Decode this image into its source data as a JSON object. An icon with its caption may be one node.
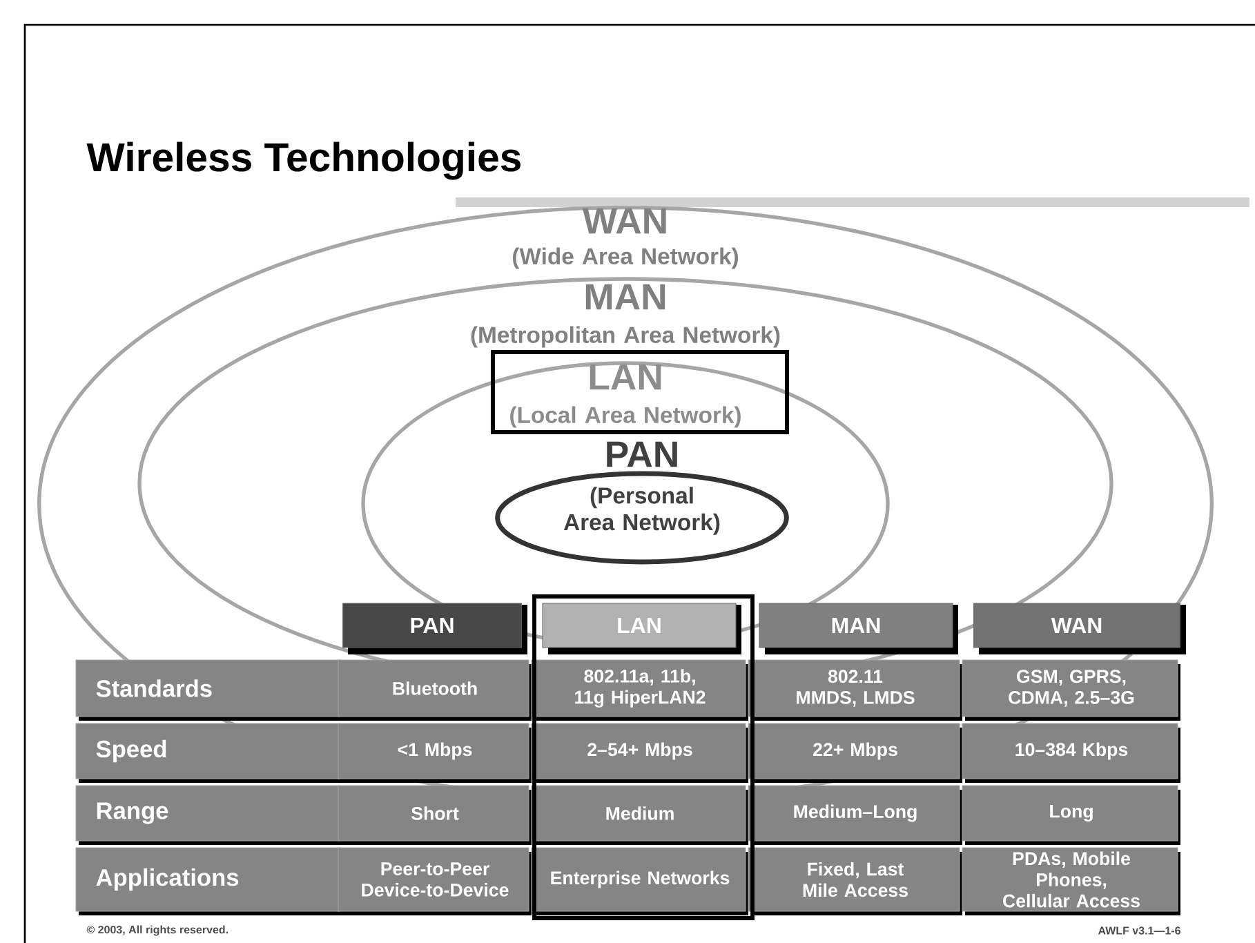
{
  "diagram": {
    "title": "Wireless Technologies",
    "nodes": [
      {
        "text": [
          "WAN",
          "(Wide Area Network)"
        ]
      },
      {
        "text": [
          "MAN",
          "(Metropolitan Area Network)"
        ],
        "in": 0
      },
      {
        "text": [
          "LAN",
          "(Local Area Network)"
        ],
        "in": 1
      },
      {
        "text": [
          "PAN",
          "(Personal Area Network)"
        ],
        "in": 2
      }
    ],
    "labels": [
      "PAN",
      "LAN",
      "MAN",
      "WAN",
      "Standards",
      "Bluetooth",
      "802.11a, 11b, 11g HiperLAN2",
      "802.11 MMDS, LMDS",
      "GSM, GPRS, CDMA, 2.5–3G",
      "Speed",
      "<1 Mbps",
      "2–54+ Mbps",
      "22+ Mbps",
      "10–384 Kbps",
      "Range",
      "Short",
      "Medium",
      "Medium–Long",
      "Long",
      "Applications",
      "Peer-to-Peer Device-to-Device",
      "Enterprise Networks",
      "Fixed, Last Mile Access",
      "PDAs, Mobile Phones, Cellular Access",
      "© 2003, All rights reserved.",
      "AWLF v3.1—1-6"
    ]
  }
}
